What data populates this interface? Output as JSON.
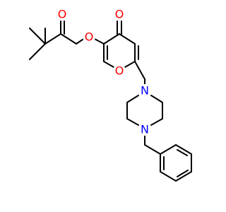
{
  "molecule": {
    "atoms": [
      {
        "id": "o_carbonyl_ketone",
        "label": "O",
        "color": "#ff0000"
      },
      {
        "id": "o_ether",
        "label": "O",
        "color": "#ff0000"
      },
      {
        "id": "o_pyranone_carbonyl",
        "label": "O",
        "color": "#ff0000"
      },
      {
        "id": "o_ring",
        "label": "O",
        "color": "#ff0000"
      },
      {
        "id": "n_upper",
        "label": "N",
        "color": "#0000ff"
      },
      {
        "id": "n_lower",
        "label": "N",
        "color": "#0000ff"
      }
    ]
  }
}
